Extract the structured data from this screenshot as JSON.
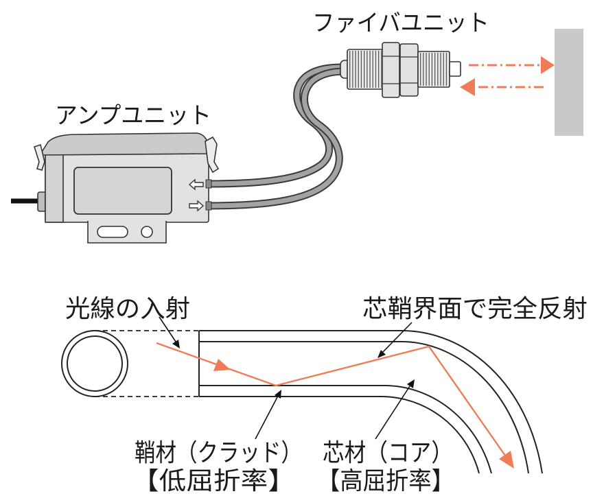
{
  "diagram": {
    "fiber_unit_label": "ファイバユニット",
    "amp_unit_label": "アンプユニット",
    "incident_label": "光線の入射",
    "total_reflection_label": "芯鞘界面で完全反射",
    "cladding_label": "鞘材（クラッド）",
    "cladding_note": "【低屈折率】",
    "core_label": "芯材（コア）",
    "core_note": "【高屈折率】"
  },
  "icons": {
    "amp_input_indicator": "left-arrow-icon",
    "amp_output_indicator": "right-arrow-icon"
  },
  "colors": {
    "light_ray": "#ef7c57",
    "target": "#c9c9c9",
    "outline": "#333333"
  }
}
